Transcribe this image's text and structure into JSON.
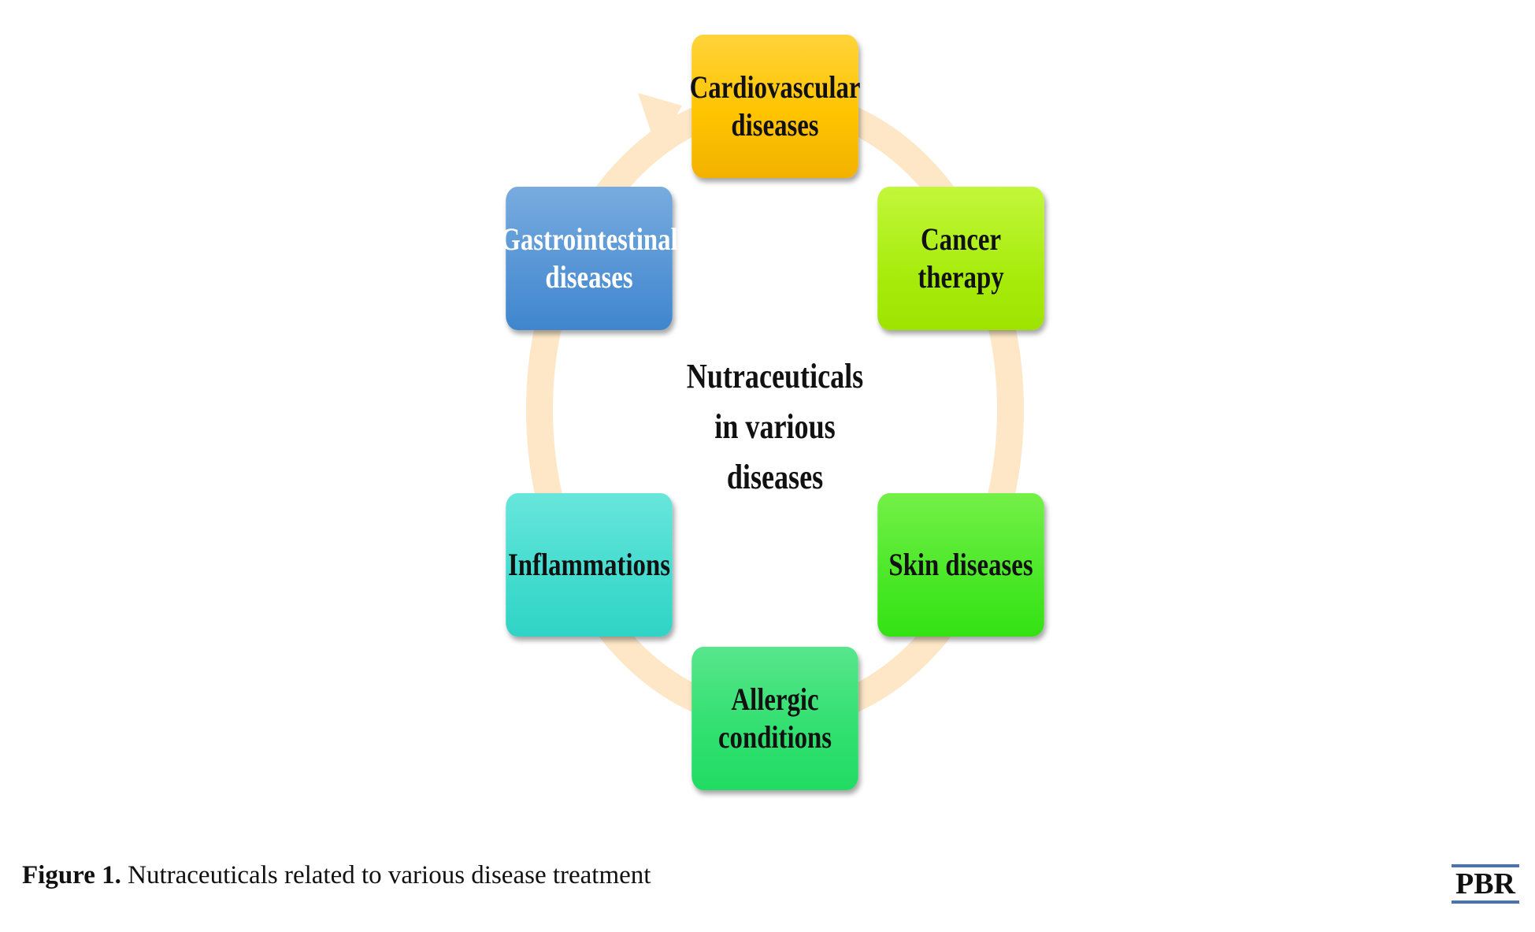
{
  "diagram": {
    "center": {
      "line1": "Nutraceuticals",
      "line2": "in various",
      "line3": "diseases"
    },
    "nodes": [
      {
        "id": "cardiovascular",
        "line1": "Cardiovascular",
        "line2": "diseases",
        "color": "#ffc400"
      },
      {
        "id": "cancer",
        "line1": "Cancer therapy",
        "line2": "",
        "color": "#a8ec0d"
      },
      {
        "id": "skin",
        "line1": "Skin diseases",
        "line2": "",
        "color": "#4de82a"
      },
      {
        "id": "allergic",
        "line1": "Allergic",
        "line2": "conditions",
        "color": "#33e071"
      },
      {
        "id": "inflammations",
        "line1": "Inflammations",
        "line2": "",
        "color": "#45dccf"
      },
      {
        "id": "gastrointestinal",
        "line1": "Gastrointestinal",
        "line2": "diseases",
        "color": "#5896d6"
      }
    ],
    "ring_color": "#fde7c7"
  },
  "caption": {
    "label": "Figure 1.",
    "text": " Nutraceuticals related to various disease treatment"
  },
  "logo": {
    "text": "PBR",
    "accent": "#4a73b2"
  }
}
